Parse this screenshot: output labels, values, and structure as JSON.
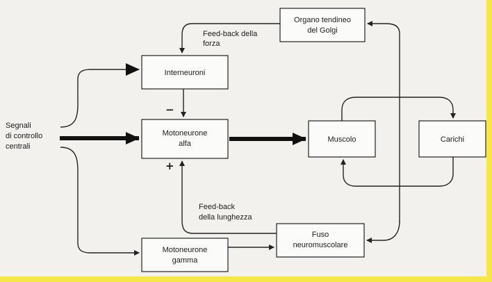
{
  "colors": {
    "border": "#f7e64a",
    "background": "#f2f1ee",
    "ink": "#1a1a1a"
  },
  "nodes": {
    "signals": [
      "Segnali",
      "di controllo",
      "centrali"
    ],
    "interneurons": [
      "Interneuroni"
    ],
    "alpha_motoneuron": [
      "Motoneurone",
      "alfa"
    ],
    "gamma_motoneuron": [
      "Motoneurone",
      "gamma"
    ],
    "muscle": [
      "Muscolo"
    ],
    "loads": [
      "Carichi"
    ],
    "golgi_tendon_organ": [
      "Organo tendineo",
      "del Golgi"
    ],
    "muscle_spindle": [
      "Fuso",
      "neuromuscolare"
    ]
  },
  "labels": {
    "force_feedback": [
      "Feed-back della",
      "forza"
    ],
    "length_feedback": [
      "Feed-back",
      "della lunghezza"
    ],
    "minus": "−",
    "plus": "+"
  }
}
